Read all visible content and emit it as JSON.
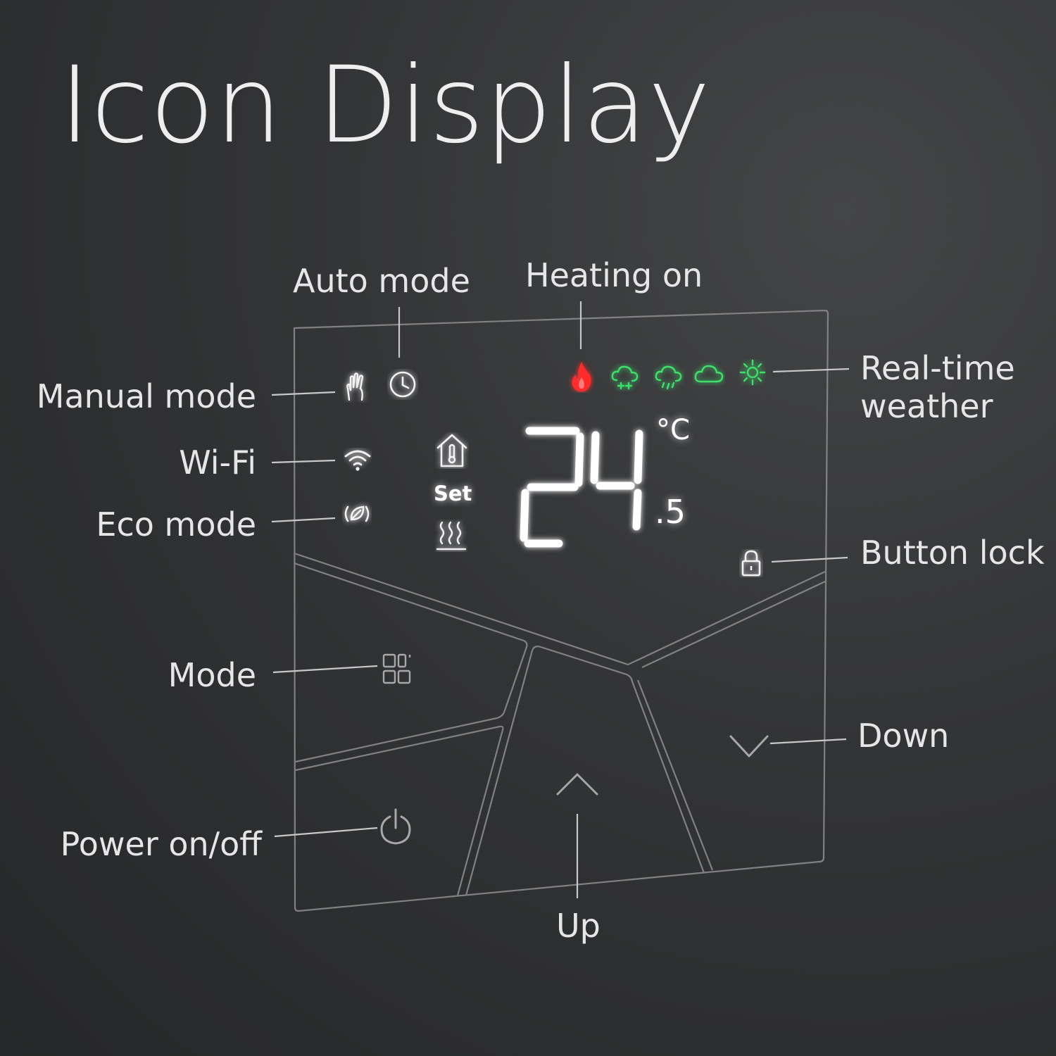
{
  "title": "Icon Display",
  "labels": {
    "auto_mode": "Auto mode",
    "heating_on": "Heating on",
    "manual_mode": "Manual mode",
    "wifi": "Wi-Fi",
    "eco_mode": "Eco mode",
    "realtime_weather_line1": "Real-time",
    "realtime_weather_line2": "weather",
    "button_lock": "Button lock",
    "mode": "Mode",
    "down": "Down",
    "power": "Power on/off",
    "up": "Up"
  },
  "display": {
    "temperature": "24",
    "decimal": ".5",
    "unit": "°C",
    "set_label": "Set"
  },
  "icons": [
    "manual-hand-icon",
    "clock-icon",
    "flame-icon",
    "snow-cloud-icon",
    "rain-cloud-icon",
    "cloud-icon",
    "sun-icon",
    "wifi-icon",
    "eco-leaf-icon",
    "house-thermometer-icon",
    "heating-waves-icon",
    "lock-icon",
    "mode-grid-icon",
    "power-icon",
    "chevron-up-icon",
    "chevron-down-icon"
  ],
  "colors": {
    "background": "#333435",
    "panel_line": "#8a8a8a",
    "glow_white": "#ffffff",
    "heating_red": "#ff2a2a",
    "weather_green": "#3ee06a"
  }
}
